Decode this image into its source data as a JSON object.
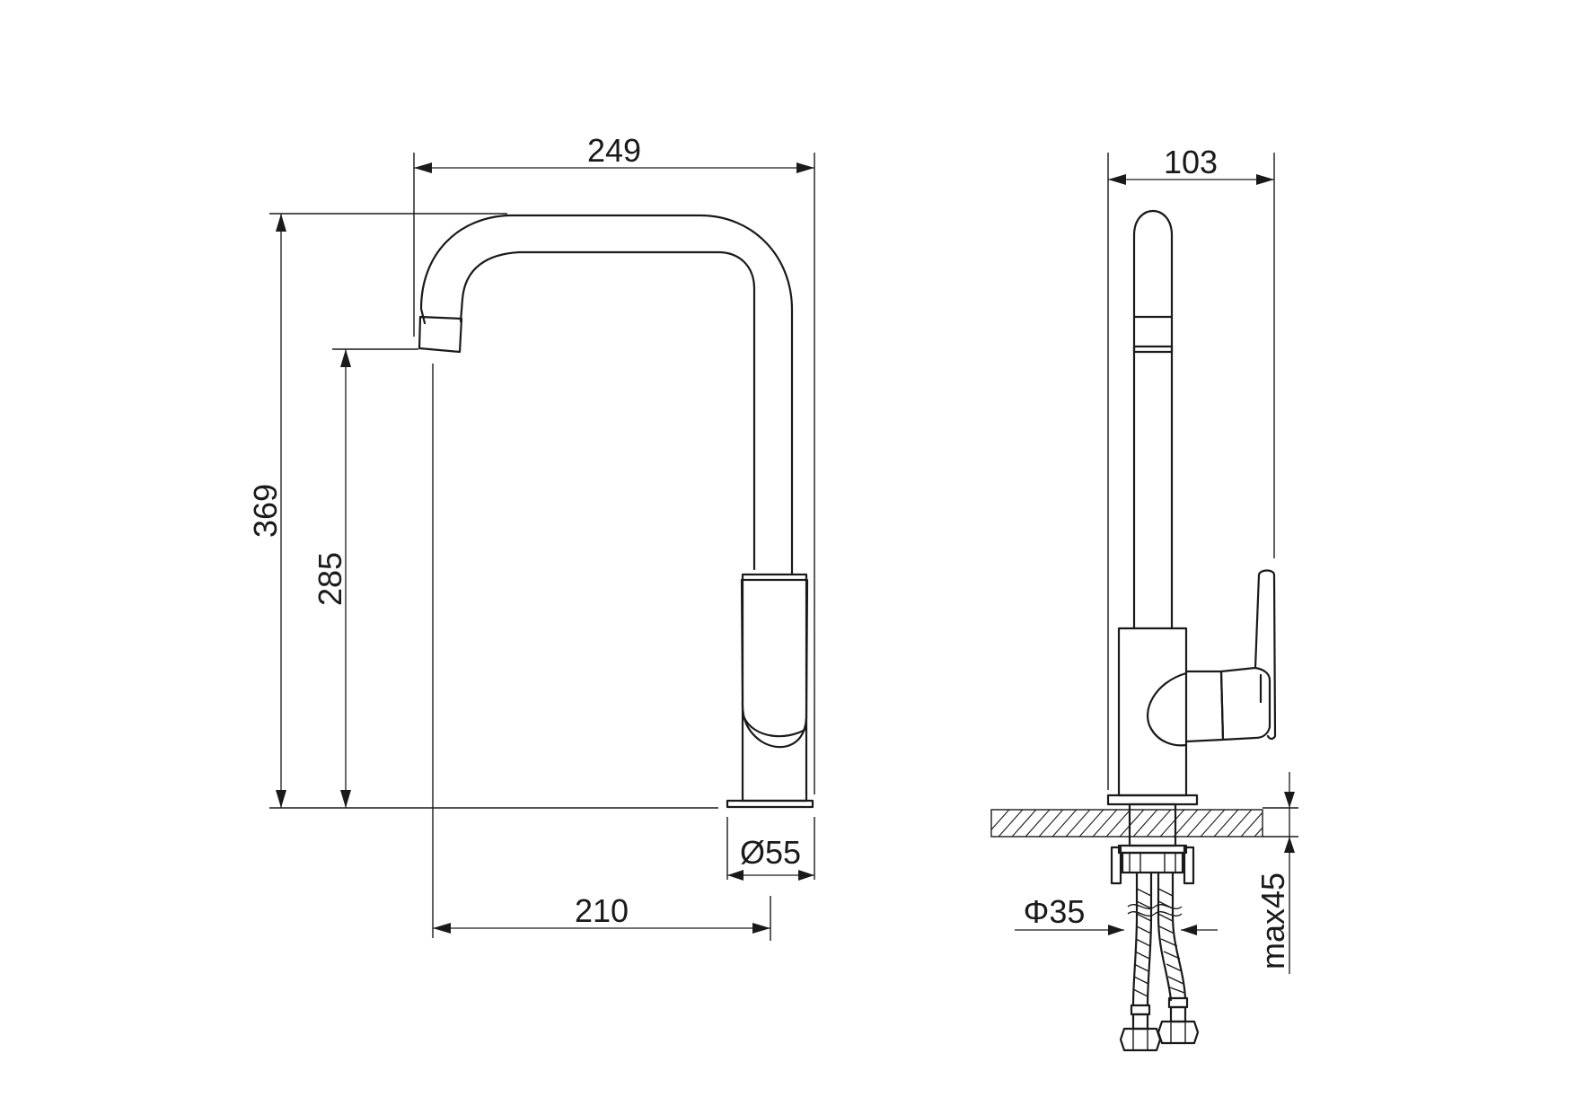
{
  "dimensions": {
    "overall_width": "249",
    "overall_height": "369",
    "spout_height": "285",
    "base_diameter": "Ø55",
    "spout_reach": "210",
    "side_width": "103",
    "mount_hole": "Φ35",
    "max_deck_thickness": "max45"
  }
}
